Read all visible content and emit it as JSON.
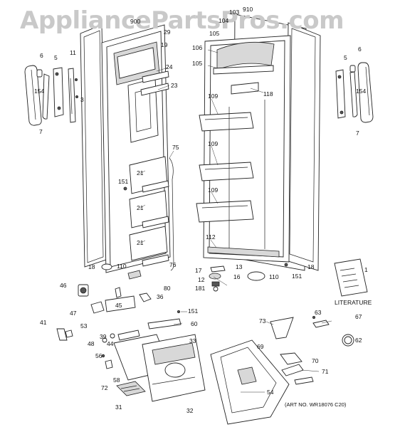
{
  "watermark": "AppliancePartsPros.com",
  "caption": "(ART NO. WR18076 C20)",
  "literature_label": "LITERATURE",
  "labels": {
    "l900": "900",
    "l29": "29",
    "l19": "19",
    "l24": "24",
    "l23": "23",
    "l75": "75",
    "l151a": "151",
    "l21a": "21",
    "l21b": "21",
    "l21c": "21",
    "l76": "76",
    "l18a": "18",
    "l110a": "110",
    "l80": "80",
    "l6a": "6",
    "l5a": "5",
    "l11": "11",
    "l154a": "154",
    "l3": "3",
    "l7a": "7",
    "l910": "910",
    "l103": "103",
    "l104": "104",
    "l105a": "105",
    "l106": "106",
    "l105b": "105",
    "l118": "118",
    "l109a": "109",
    "l109b": "109",
    "l109c": "109",
    "l112": "112",
    "l18b": "18",
    "l151b": "151",
    "l5b": "5",
    "l6b": "6",
    "l154b": "154",
    "l7b": "7",
    "l13": "13",
    "l17": "17",
    "l16": "16",
    "l12": "12",
    "l181": "181",
    "l110b": "110",
    "l1": "1",
    "l46": "46",
    "l45": "45",
    "l36": "36",
    "l47": "47",
    "l151c": "151",
    "l53": "53",
    "l60": "60",
    "l41": "41",
    "l39": "39",
    "l44": "44",
    "l48": "48",
    "l33": "33",
    "l56": "56",
    "l58": "58",
    "l72": "72",
    "l31": "31",
    "l32": "32",
    "l54": "54",
    "l73": "73",
    "l63": "63",
    "l67": "67",
    "l62": "62",
    "l69": "69",
    "l70": "70",
    "l71": "71"
  }
}
